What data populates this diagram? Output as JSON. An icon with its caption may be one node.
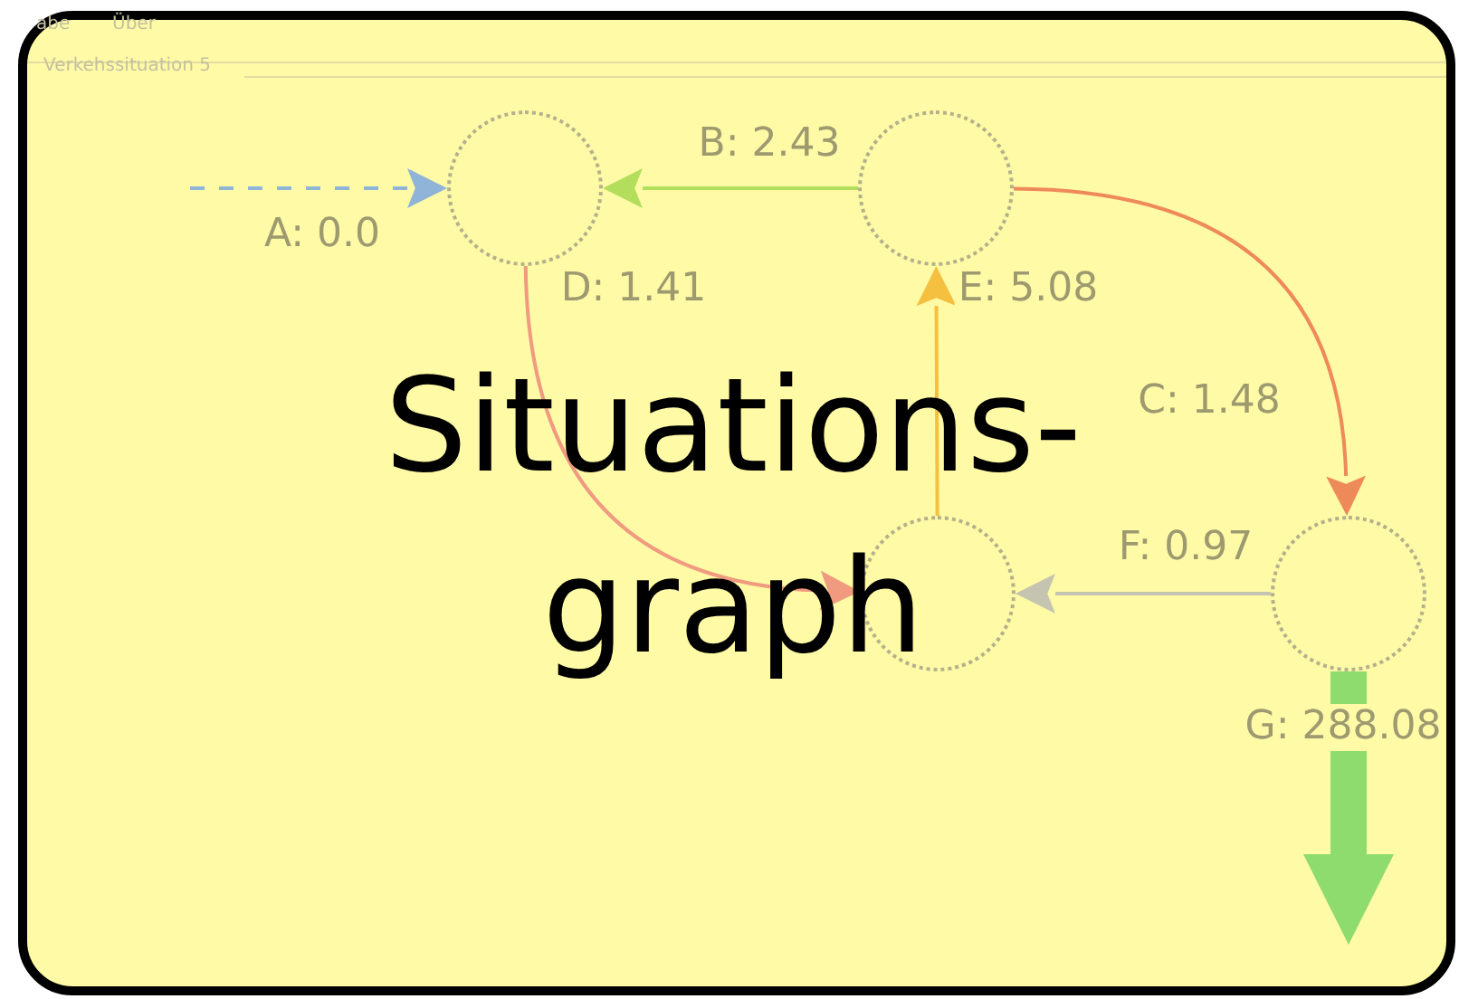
{
  "diagram": {
    "title": "Situations-graph",
    "nodes": [
      {
        "text": [],
        "shape": "circle"
      },
      {
        "text": [],
        "shape": "circle"
      },
      {
        "text": [],
        "shape": "circle"
      },
      {
        "text": [],
        "shape": "circle"
      }
    ],
    "edges": [
      {
        "from": null,
        "to": 0,
        "arrow": "to",
        "label": "A: 0.0",
        "style": "dashed",
        "color": "#8fb4d8"
      },
      {
        "from": 1,
        "to": 0,
        "arrow": "to",
        "label": "B: 2.43",
        "color": "#b3de5c"
      },
      {
        "from": 1,
        "to": 3,
        "arrow": "to",
        "label": "C: 1.48",
        "color": "#ee8a5a"
      },
      {
        "from": 0,
        "to": 2,
        "arrow": "to",
        "label": "D: 1.41",
        "color": "#f09a80"
      },
      {
        "from": 2,
        "to": 1,
        "arrow": "to",
        "label": "E: 5.08",
        "color": "#f5c040"
      },
      {
        "from": 3,
        "to": 2,
        "arrow": "to",
        "label": "F: 0.97",
        "color": "#c4c4b0"
      },
      {
        "from": 3,
        "to": null,
        "arrow": "to",
        "label": "G: 288.08",
        "style": "thick",
        "color": "#8edc6e"
      }
    ],
    "labels": [
      "abe",
      "Über",
      "Verkehssituation 5"
    ]
  }
}
